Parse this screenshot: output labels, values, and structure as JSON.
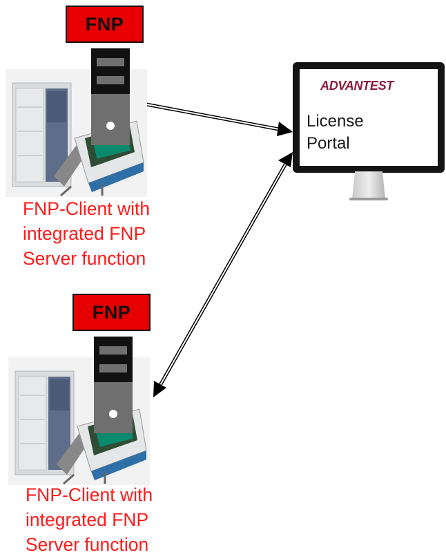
{
  "top_client": {
    "badge_label": "FNP",
    "caption_lines": [
      "FNP-Client with",
      "integrated FNP",
      "Server function"
    ]
  },
  "bottom_client": {
    "badge_label": "FNP",
    "caption_lines": [
      "FNP-Client with",
      "integrated FNP",
      "Server function"
    ]
  },
  "portal": {
    "brand": "ADVANTEST",
    "label_lines": [
      "License",
      "Portal"
    ]
  },
  "colors": {
    "badge_red": "#e60000",
    "caption_red": "#ff1a1a",
    "brand_color": "#8e1b3b",
    "dongle_gray": "#6f6f6f"
  },
  "icons": {
    "dongle": "usb-dongle-icon",
    "tester": "semiconductor-tester-icon",
    "monitor": "desktop-monitor-icon"
  }
}
